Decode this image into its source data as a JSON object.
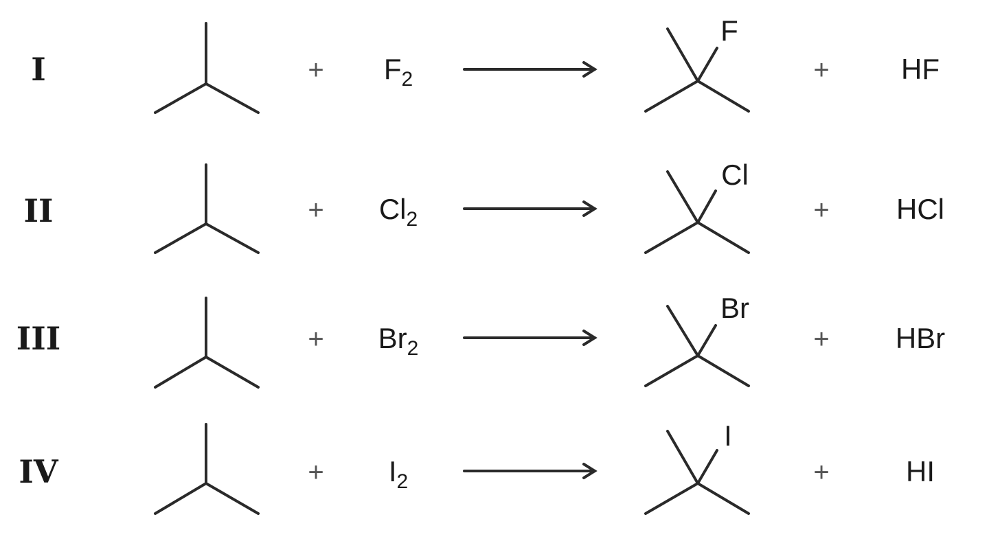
{
  "reactions": [
    {
      "label": "I",
      "plus1": "+",
      "reagent": "F",
      "reagent_subscript": "2",
      "substituent": "F",
      "plus2": "+",
      "byproduct": "HF"
    },
    {
      "label": "II",
      "plus1": "+",
      "reagent": "Cl",
      "reagent_subscript": "2",
      "substituent": "Cl",
      "plus2": "+",
      "byproduct": "HCl"
    },
    {
      "label": "III",
      "plus1": "+",
      "reagent": "Br",
      "reagent_subscript": "2",
      "substituent": "Br",
      "plus2": "+",
      "byproduct": "HBr"
    },
    {
      "label": "IV",
      "plus1": "+",
      "reagent": "I",
      "reagent_subscript": "2",
      "substituent": "I",
      "plus2": "+",
      "byproduct": "HI"
    }
  ]
}
